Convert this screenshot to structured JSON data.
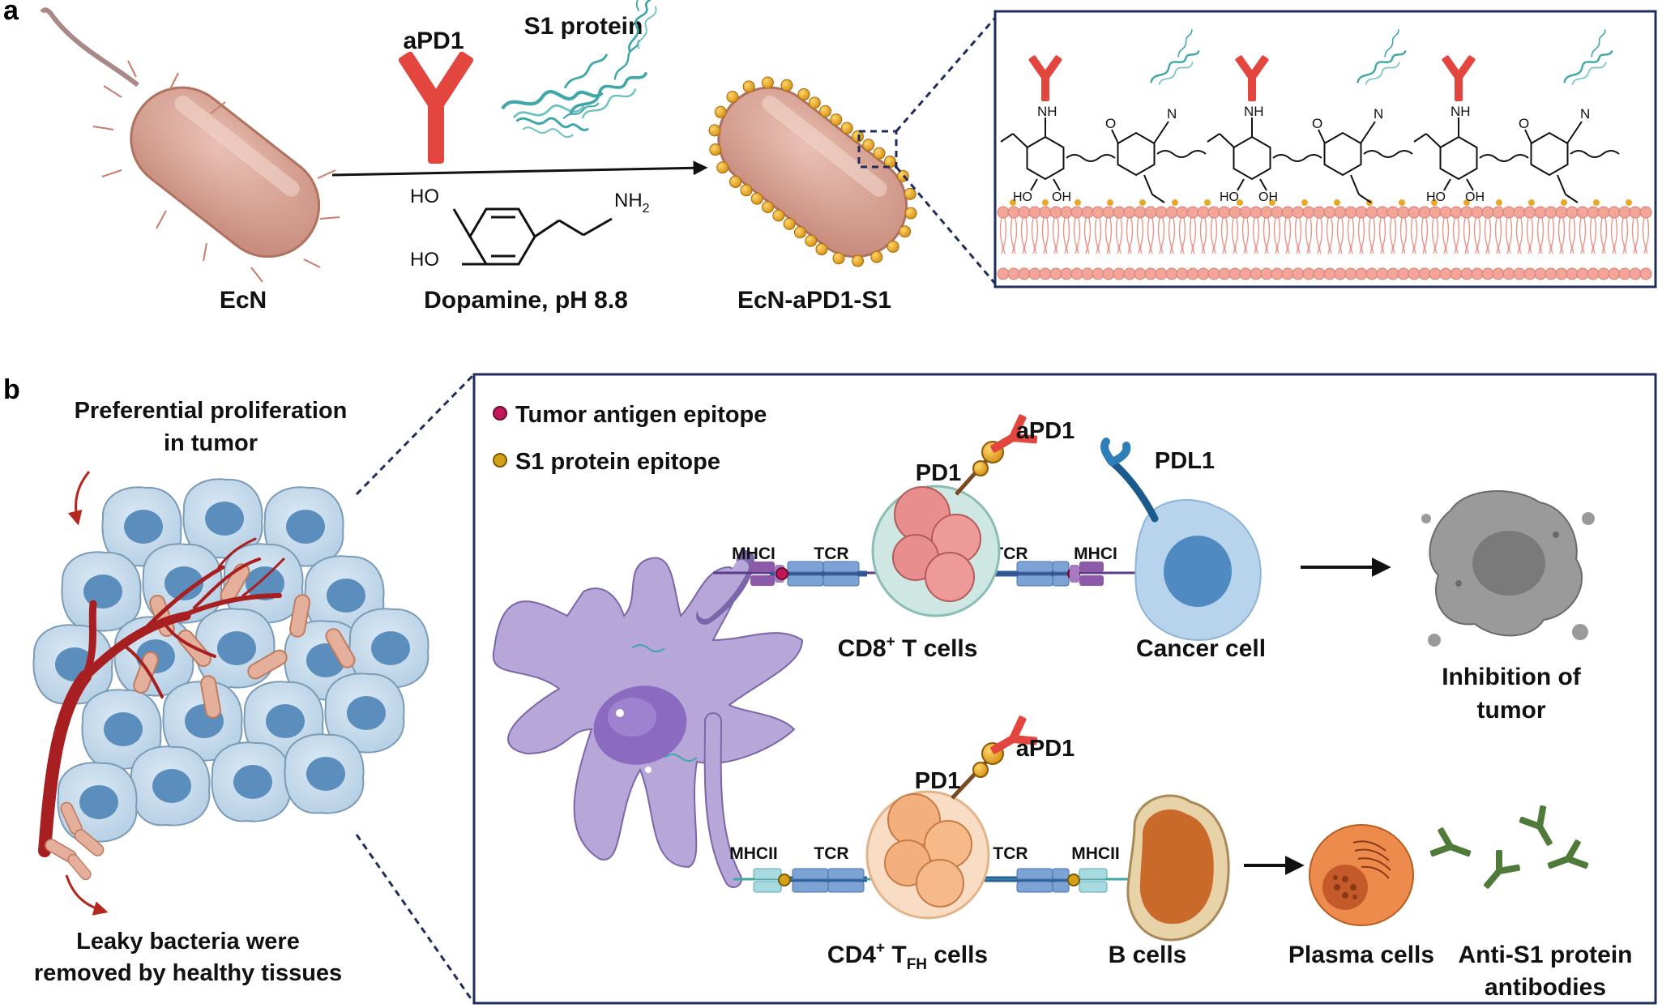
{
  "panel_a": {
    "letter": "a",
    "ecn_label": "EcN",
    "apd1_label": "aPD1",
    "s1_label": "S1 protein",
    "dopamine_label": "Dopamine, pH 8.8",
    "ho_top": "HO",
    "ho_bottom": "HO",
    "nh2_label": "NH",
    "nh2_sub": "2",
    "product_label": "EcN-aPD1-S1",
    "inset": {
      "nh": "NH",
      "n": "N",
      "o": "O",
      "ho": "HO",
      "oh": "OH"
    }
  },
  "panel_b": {
    "letter": "b",
    "prolif_line1": "Preferential proliferation",
    "prolif_line2": "in tumor",
    "leaky_line1": "Leaky bacteria were",
    "leaky_line2": "removed by healthy tissues",
    "legend": {
      "tumor_epitope": "Tumor antigen epitope",
      "s1_epitope": "S1 protein epitope",
      "tumor_color": "#c2185b",
      "s1_color": "#d4a017"
    },
    "top_row": {
      "pd1": "PD1",
      "apd1": "aPD1",
      "pdl1": "PDL1",
      "mhc_left": "MHCI",
      "tcr_left": "TCR",
      "tcr_right": "TCR",
      "mhc_right": "MHCI",
      "cd8_main": "CD8",
      "cd8_sup": "+",
      "cd8_rest": " T cells",
      "cancer": "Cancer cell",
      "inhibition_line1": "Inhibition of",
      "inhibition_line2": "tumor"
    },
    "bottom_row": {
      "pd1": "PD1",
      "apd1": "aPD1",
      "mhc_left": "MHCII",
      "tcr_left": "TCR",
      "tcr_right": "TCR",
      "mhc_right": "MHCII",
      "cd4_main": "CD4",
      "cd4_sup": "+",
      "cd4_t": " T",
      "cd4_sub": "FH",
      "cd4_rest": " cells",
      "b_cells": "B cells",
      "plasma": "Plasma cells",
      "antibodies_line1": "Anti-S1 protein",
      "antibodies_line2": "antibodies"
    }
  },
  "colors": {
    "antibody_red": "#e2463f",
    "bacteria": "#d9a596",
    "gold": "#e8a92a",
    "frame": "#1f2d5c",
    "membrane": "#f3a59a"
  }
}
